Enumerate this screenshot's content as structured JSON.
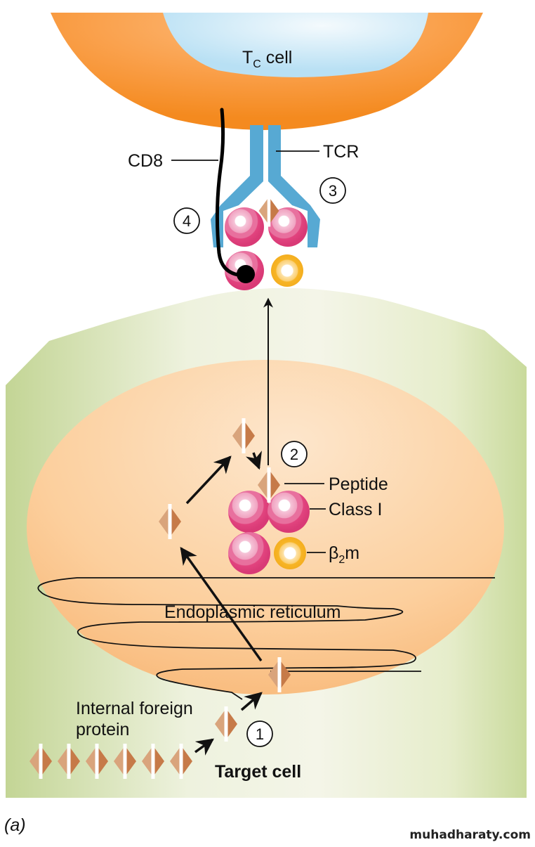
{
  "figure": {
    "panel_label": "(a)",
    "watermark": "muhadharaty.com"
  },
  "tc_cell": {
    "label_main": "T",
    "label_sub": "C",
    "label_rest": " cell"
  },
  "labels": {
    "cd8": "CD8",
    "tcr": "TCR",
    "peptide": "Peptide",
    "class_i": "Class I",
    "b2m_beta": "β",
    "b2m_sub": "2",
    "b2m_m": "m",
    "er": "Endoplasmic reticulum",
    "protein_line1": "Internal foreign",
    "protein_line2": "protein",
    "target_cell": "Target cell"
  },
  "steps": [
    "1",
    "2",
    "3",
    "4"
  ],
  "colors": {
    "tc_membrane": "#f7922e",
    "tc_nucleus": "#bfe3f5",
    "target_cytoplasm_edge": "#c6d79a",
    "target_cytoplasm_center": "#f3f4e6",
    "target_nucleus": "#fbc78f",
    "tcr": "#57a9d3",
    "class_i": "#e2447f",
    "b2m": "#f7b526",
    "peptide_light": "#d9a47c",
    "peptide_dark": "#c67a48"
  }
}
